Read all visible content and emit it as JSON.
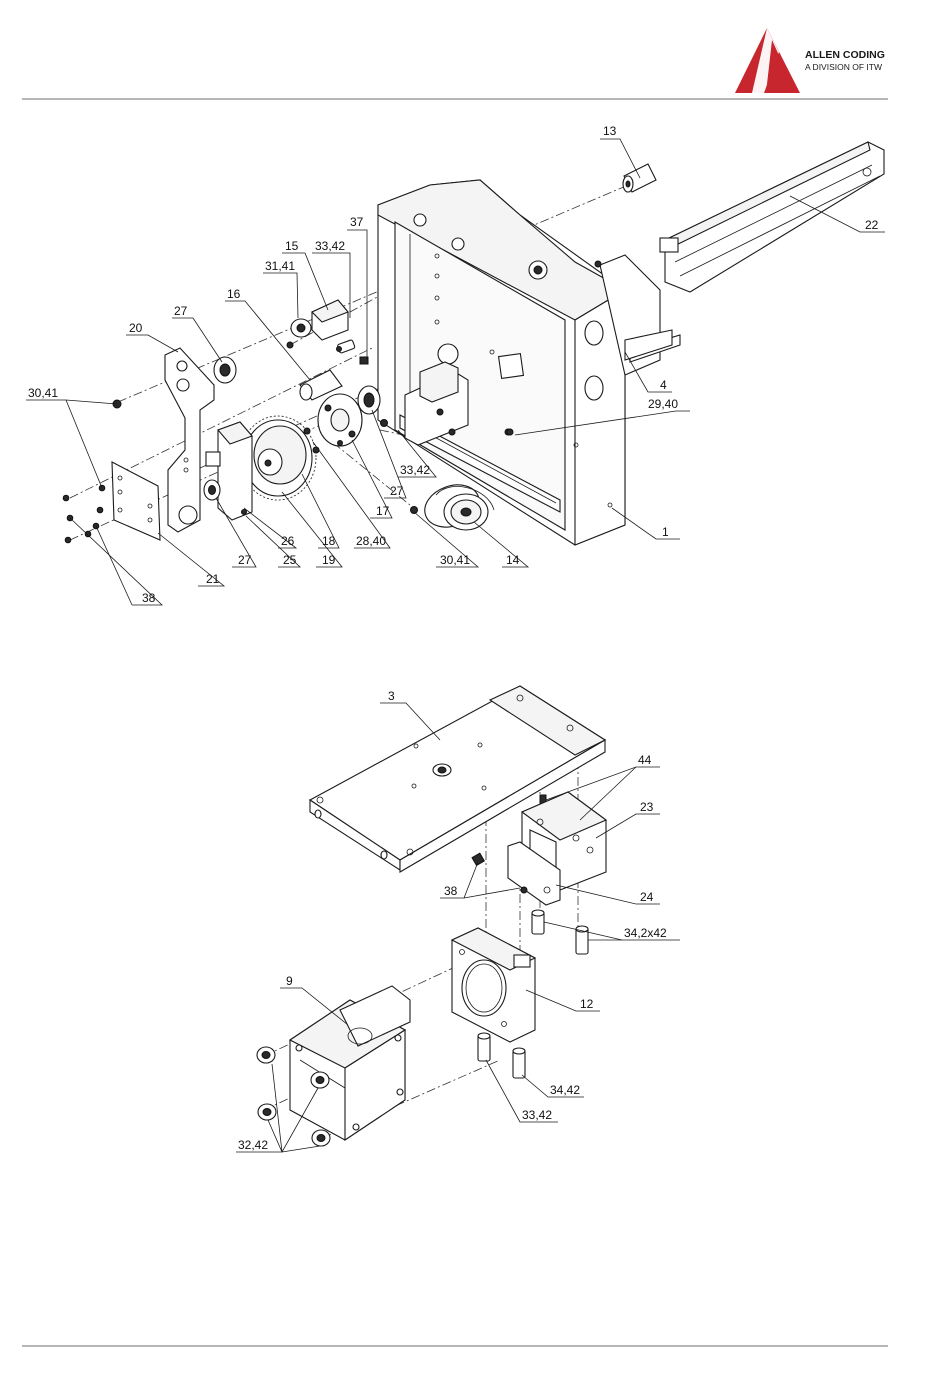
{
  "brand": {
    "name": "ALLEN CODING",
    "division": "A DIVISION OF ITW",
    "logo_color": "#c8262f"
  },
  "upper_assembly": {
    "callouts": [
      "13",
      "22",
      "37",
      "15",
      "33,42",
      "31,41",
      "16",
      "27",
      "20",
      "30,41",
      "4",
      "29,40",
      "33,42",
      "27",
      "17",
      "1",
      "26",
      "18",
      "28,40",
      "21",
      "27",
      "25",
      "19",
      "30,41",
      "14",
      "38"
    ]
  },
  "lower_assembly": {
    "callouts": [
      "3",
      "44",
      "23",
      "38",
      "24",
      "34,2x42",
      "9",
      "12",
      "34,42",
      "33,42",
      "32,42"
    ]
  }
}
